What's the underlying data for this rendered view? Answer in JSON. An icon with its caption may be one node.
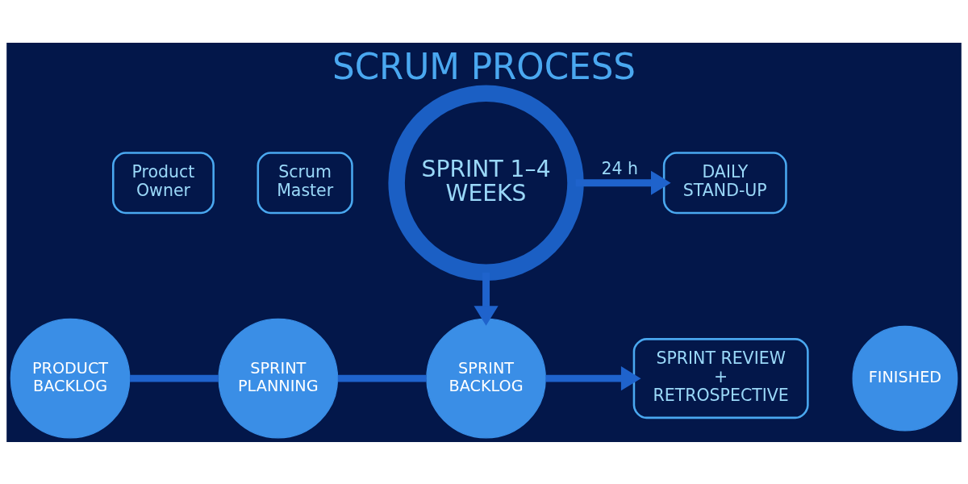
{
  "diagram": {
    "title": "SCRUM PROCESS",
    "nodes": [
      {
        "text": [
          "Product Owner"
        ]
      },
      {
        "text": [
          "Scrum Master"
        ]
      },
      {
        "text": [
          "SPRINT 1–4 WEEKS"
        ]
      },
      {
        "text": [
          "DAILY STAND-UP"
        ]
      },
      {
        "text": [
          "SPRINT REVIEW + RETROSPECTIVE"
        ]
      },
      {
        "text": [
          "PRODUCT BACKLOG"
        ]
      },
      {
        "text": [
          "SPRINT PLANNING"
        ]
      },
      {
        "text": [
          "SPRINT BACKLOG"
        ]
      },
      {
        "text": [
          "FINISHED"
        ]
      }
    ],
    "edges": [
      {
        "from": 5,
        "to": 6,
        "arrow": "none"
      },
      {
        "from": 6,
        "to": 7,
        "arrow": "none"
      },
      {
        "from": 7,
        "to": 4,
        "arrow": "to"
      },
      {
        "from": 2,
        "to": 7,
        "arrow": "to"
      },
      {
        "from": 2,
        "to": 3,
        "arrow": "to",
        "label": "24 h"
      }
    ]
  }
}
